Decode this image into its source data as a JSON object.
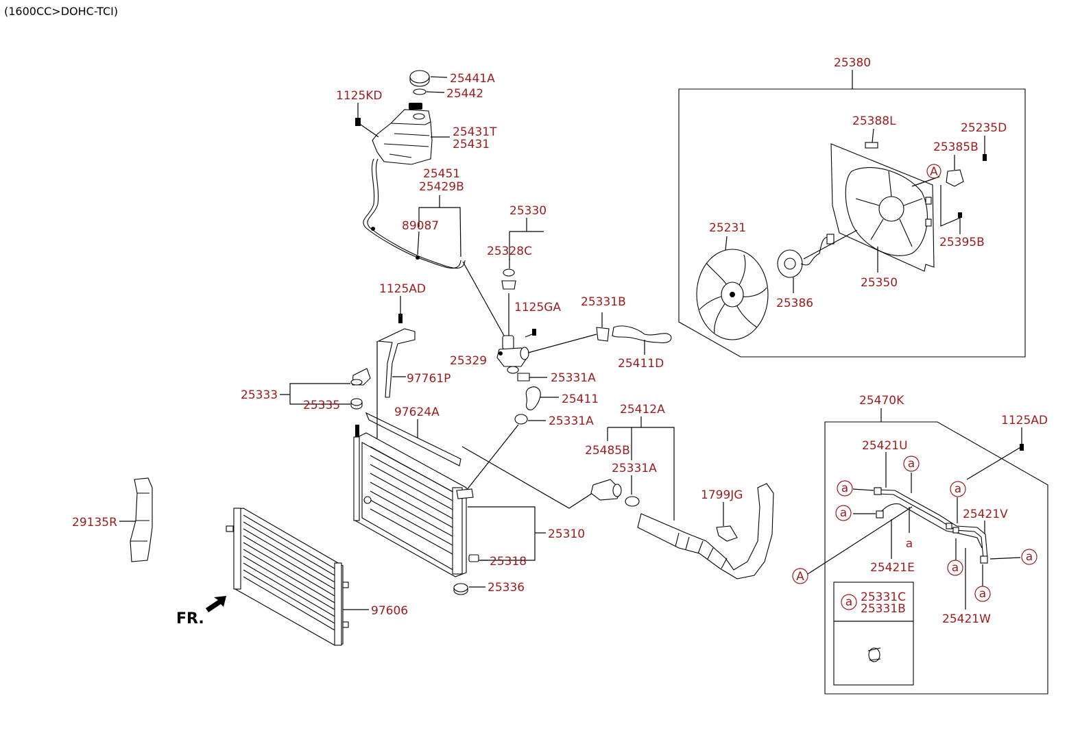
{
  "header": {
    "variant": "(1600CC>DOHC-TCI)"
  },
  "orientation_label": "FR.",
  "callout_symbols": {
    "upper": "A",
    "lower": "a"
  },
  "colors": {
    "label_text": "#9e1b1b",
    "line": "#000000"
  },
  "parts": {
    "p25441A": "25441A",
    "p25442": "25442",
    "p1125KD": "1125KD",
    "p25431T": "25431T",
    "p25431": "25431",
    "p25451": "25451",
    "p25429B": "25429B",
    "p89087": "89087",
    "p25330": "25330",
    "p25328C": "25328C",
    "p1125AD_top": "1125AD",
    "p1125GA": "1125GA",
    "p25331B": "25331B",
    "p25329": "25329",
    "p25411D": "25411D",
    "p25331A_1": "25331A",
    "p97761P": "97761P",
    "p25333": "25333",
    "p25335": "25335",
    "p25411": "25411",
    "p97624A": "97624A",
    "p25331A_2": "25331A",
    "p25412A": "25412A",
    "p25485B": "25485B",
    "p25331A_3": "25331A",
    "p1799JG": "1799JG",
    "p29135R": "29135R",
    "p25310": "25310",
    "p25318": "25318",
    "p25336": "25336",
    "p97606": "97606",
    "p25380": "25380",
    "p25388L": "25388L",
    "p25235D": "25235D",
    "p25385B": "25385B",
    "p25231": "25231",
    "p25395B": "25395B",
    "p25350": "25350",
    "p25386": "25386",
    "p25470K": "25470K",
    "p1125AD_right": "1125AD",
    "p25421U": "25421U",
    "p25421V": "25421V",
    "p25421E": "25421E",
    "p25421W": "25421W",
    "p25331C": "25331C",
    "p25331B_leg": "25331B"
  }
}
